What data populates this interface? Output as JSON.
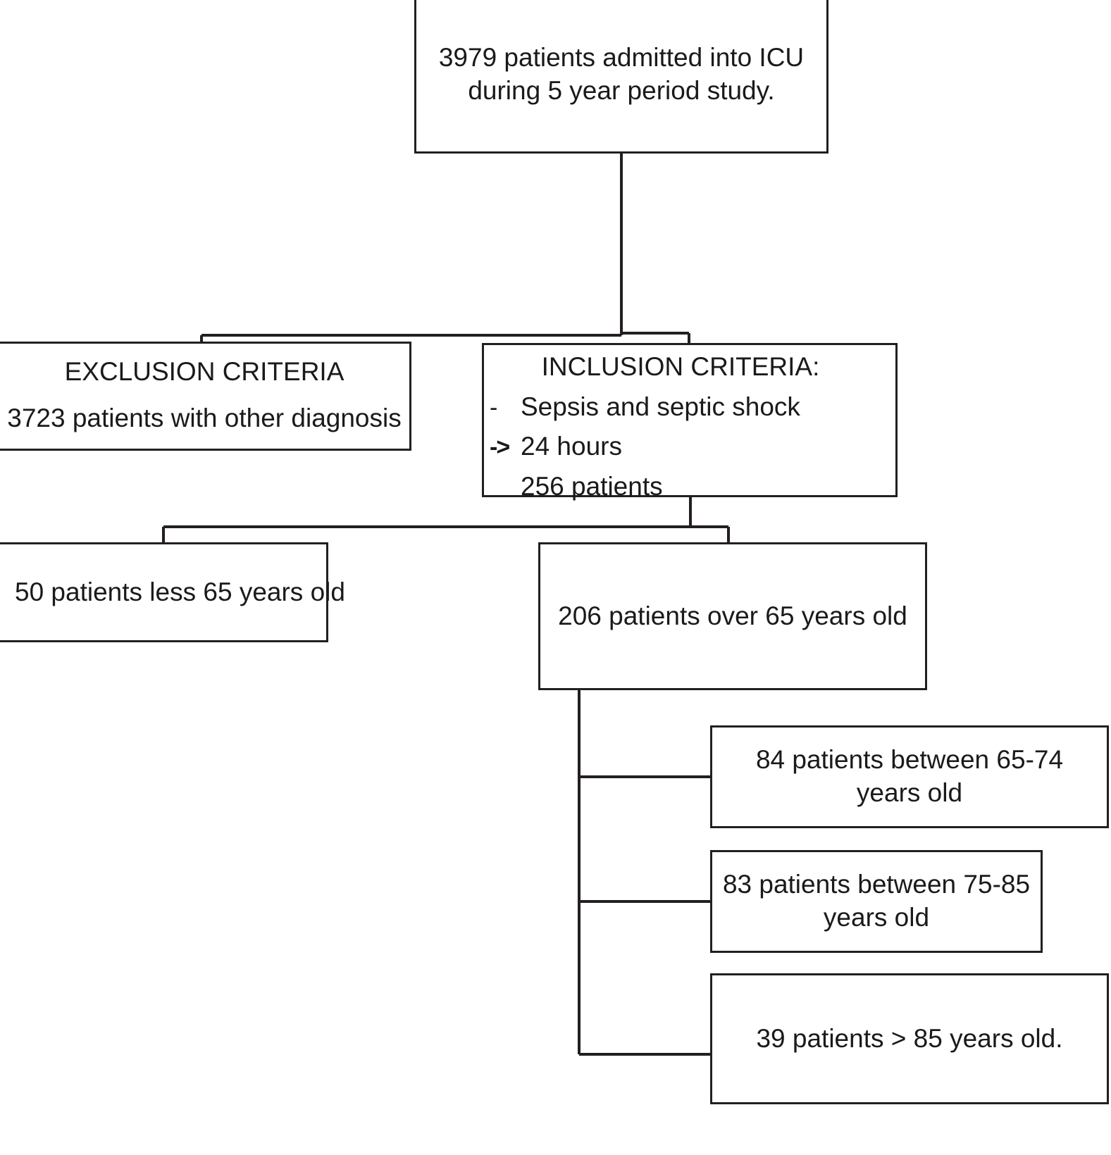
{
  "diagram": {
    "title": "Patient selection flow diagram",
    "line_color": "#231f20",
    "background": "#ffffff",
    "nodes": {
      "admitted": {
        "line1": "3979 patients admitted into ICU",
        "line2": "during 5 year period study."
      },
      "exclusion": {
        "title": "EXCLUSION CRITERIA",
        "line1": "3723 patients with other diagnosis"
      },
      "inclusion": {
        "title": "INCLUSION CRITERIA:",
        "rows": [
          {
            "marker": "-",
            "text": "Sepsis and septic shock"
          },
          {
            "marker": "->",
            "text": "24 hours"
          },
          {
            "marker": "",
            "text": "256 patients"
          }
        ]
      },
      "under65": {
        "line1": "50 patients less 65 years old"
      },
      "over65": {
        "line1": "206 patients over 65 years old"
      },
      "age65_74": {
        "line1": "84 patients between 65-74",
        "line2": "years old"
      },
      "age75_85": {
        "line1": "83 patients between 75-85",
        "line2": "years old"
      },
      "over85": {
        "line1": "39 patients > 85 years old."
      }
    }
  }
}
